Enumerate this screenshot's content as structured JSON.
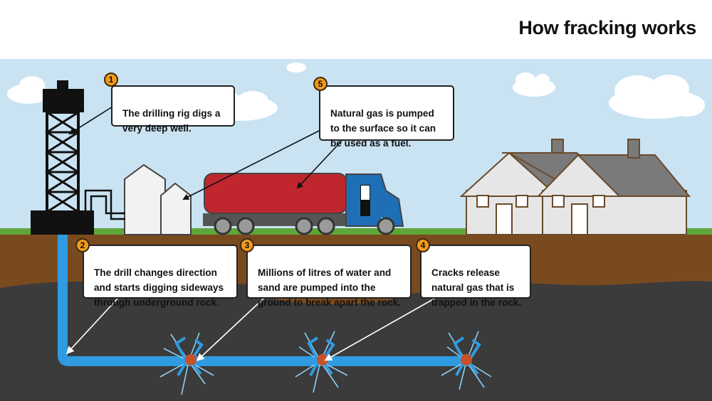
{
  "title": "How fracking works",
  "steps": [
    {
      "number": "1",
      "text": "The drilling rig digs a\nvery deep well."
    },
    {
      "number": "2",
      "text": "The drill changes direction\nand starts digging sideways\nthrough underground rock."
    },
    {
      "number": "3",
      "text": "Millions of litres of water and\nsand are pumped into the\nground to break apart the rock."
    },
    {
      "number": "4",
      "text": "Cracks release\nnatural gas that is\ntrapped in the rock."
    },
    {
      "number": "5",
      "text": "Natural gas is pumped\nto the surface so it can\nbe used as a fuel."
    }
  ],
  "colors": {
    "sky": "#c9e3f2",
    "grass": "#5ea63a",
    "soil": "#7a4a1f",
    "rock": "#3b3b3b",
    "pipe": "#2f9be0",
    "badge": "#f39a1b",
    "tanker": "#c0262e",
    "truck_cab": "#1f6fb6"
  }
}
